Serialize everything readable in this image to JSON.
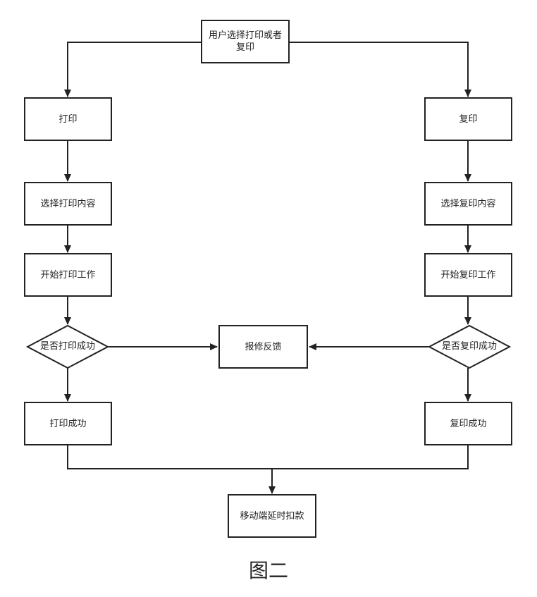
{
  "colors": {
    "stroke": "#222222",
    "background": "#ffffff",
    "text": "#222222"
  },
  "nodes": {
    "start": "用户选择打印或者复印",
    "print": "打印",
    "copy": "复印",
    "select_print": "选择打印内容",
    "select_copy": "选择复印内容",
    "start_print": "开始打印工作",
    "start_copy": "开始复印工作",
    "print_check": "是否打印成功",
    "copy_check": "是否复印成功",
    "repair": "报修反馈",
    "print_success": "打印成功",
    "copy_success": "复印成功",
    "payment": "移动端延时扣款"
  },
  "caption": "图二"
}
